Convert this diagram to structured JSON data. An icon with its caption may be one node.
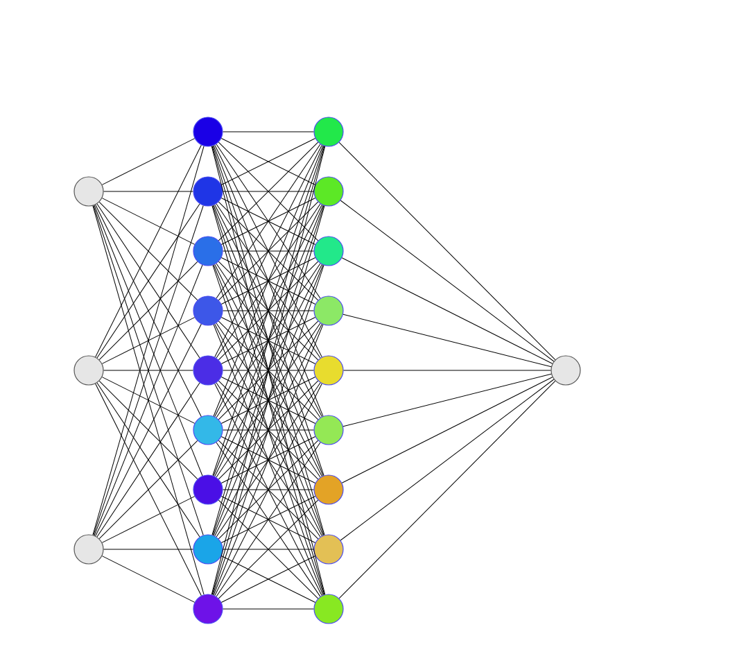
{
  "diagram": {
    "nodes": [
      {
        "text": [],
        "shape": "circle"
      },
      {
        "text": [],
        "shape": "circle"
      },
      {
        "text": [],
        "shape": "circle"
      },
      {
        "text": [],
        "shape": "circle"
      },
      {
        "text": [],
        "shape": "circle"
      },
      {
        "text": [],
        "shape": "circle"
      },
      {
        "text": [],
        "shape": "circle"
      },
      {
        "text": [],
        "shape": "circle"
      },
      {
        "text": [],
        "shape": "circle"
      },
      {
        "text": [],
        "shape": "circle"
      },
      {
        "text": [],
        "shape": "circle"
      },
      {
        "text": [],
        "shape": "circle"
      },
      {
        "text": [],
        "shape": "circle"
      },
      {
        "text": [],
        "shape": "circle"
      },
      {
        "text": [],
        "shape": "circle"
      },
      {
        "text": [],
        "shape": "circle"
      },
      {
        "text": [],
        "shape": "circle"
      },
      {
        "text": [],
        "shape": "circle"
      },
      {
        "text": [],
        "shape": "circle"
      },
      {
        "text": [],
        "shape": "circle"
      },
      {
        "text": [],
        "shape": "circle"
      },
      {
        "text": [],
        "shape": "circle"
      }
    ],
    "edges": [
      {
        "from": 0,
        "to": 3,
        "arrow": "none"
      },
      {
        "from": 0,
        "to": 4,
        "arrow": "none"
      },
      {
        "from": 0,
        "to": 5,
        "arrow": "none"
      },
      {
        "from": 0,
        "to": 6,
        "arrow": "none"
      },
      {
        "from": 0,
        "to": 7,
        "arrow": "none"
      },
      {
        "from": 0,
        "to": 8,
        "arrow": "none"
      },
      {
        "from": 0,
        "to": 9,
        "arrow": "none"
      },
      {
        "from": 0,
        "to": 10,
        "arrow": "none"
      },
      {
        "from": 0,
        "to": 11,
        "arrow": "none"
      },
      {
        "from": 1,
        "to": 3,
        "arrow": "none"
      },
      {
        "from": 1,
        "to": 4,
        "arrow": "none"
      },
      {
        "from": 1,
        "to": 5,
        "arrow": "none"
      },
      {
        "from": 1,
        "to": 6,
        "arrow": "none"
      },
      {
        "from": 1,
        "to": 7,
        "arrow": "none"
      },
      {
        "from": 1,
        "to": 8,
        "arrow": "none"
      },
      {
        "from": 1,
        "to": 9,
        "arrow": "none"
      },
      {
        "from": 1,
        "to": 10,
        "arrow": "none"
      },
      {
        "from": 1,
        "to": 11,
        "arrow": "none"
      },
      {
        "from": 2,
        "to": 3,
        "arrow": "none"
      },
      {
        "from": 2,
        "to": 4,
        "arrow": "none"
      },
      {
        "from": 2,
        "to": 5,
        "arrow": "none"
      },
      {
        "from": 2,
        "to": 6,
        "arrow": "none"
      },
      {
        "from": 2,
        "to": 7,
        "arrow": "none"
      },
      {
        "from": 2,
        "to": 8,
        "arrow": "none"
      },
      {
        "from": 2,
        "to": 9,
        "arrow": "none"
      },
      {
        "from": 2,
        "to": 10,
        "arrow": "none"
      },
      {
        "from": 2,
        "to": 11,
        "arrow": "none"
      },
      {
        "from": 3,
        "to": 12,
        "arrow": "none"
      },
      {
        "from": 3,
        "to": 13,
        "arrow": "none"
      },
      {
        "from": 3,
        "to": 14,
        "arrow": "none"
      },
      {
        "from": 3,
        "to": 15,
        "arrow": "none"
      },
      {
        "from": 3,
        "to": 16,
        "arrow": "none"
      },
      {
        "from": 3,
        "to": 17,
        "arrow": "none"
      },
      {
        "from": 3,
        "to": 18,
        "arrow": "none"
      },
      {
        "from": 3,
        "to": 19,
        "arrow": "none"
      },
      {
        "from": 3,
        "to": 20,
        "arrow": "none"
      },
      {
        "from": 4,
        "to": 12,
        "arrow": "none"
      },
      {
        "from": 4,
        "to": 13,
        "arrow": "none"
      },
      {
        "from": 4,
        "to": 14,
        "arrow": "none"
      },
      {
        "from": 4,
        "to": 15,
        "arrow": "none"
      },
      {
        "from": 4,
        "to": 16,
        "arrow": "none"
      },
      {
        "from": 4,
        "to": 17,
        "arrow": "none"
      },
      {
        "from": 4,
        "to": 18,
        "arrow": "none"
      },
      {
        "from": 4,
        "to": 19,
        "arrow": "none"
      },
      {
        "from": 4,
        "to": 20,
        "arrow": "none"
      },
      {
        "from": 5,
        "to": 12,
        "arrow": "none"
      },
      {
        "from": 5,
        "to": 13,
        "arrow": "none"
      },
      {
        "from": 5,
        "to": 14,
        "arrow": "none"
      },
      {
        "from": 5,
        "to": 15,
        "arrow": "none"
      },
      {
        "from": 5,
        "to": 16,
        "arrow": "none"
      },
      {
        "from": 5,
        "to": 17,
        "arrow": "none"
      },
      {
        "from": 5,
        "to": 18,
        "arrow": "none"
      },
      {
        "from": 5,
        "to": 19,
        "arrow": "none"
      },
      {
        "from": 5,
        "to": 20,
        "arrow": "none"
      },
      {
        "from": 6,
        "to": 12,
        "arrow": "none"
      },
      {
        "from": 6,
        "to": 13,
        "arrow": "none"
      },
      {
        "from": 6,
        "to": 14,
        "arrow": "none"
      },
      {
        "from": 6,
        "to": 15,
        "arrow": "none"
      },
      {
        "from": 6,
        "to": 16,
        "arrow": "none"
      },
      {
        "from": 6,
        "to": 17,
        "arrow": "none"
      },
      {
        "from": 6,
        "to": 18,
        "arrow": "none"
      },
      {
        "from": 6,
        "to": 19,
        "arrow": "none"
      },
      {
        "from": 6,
        "to": 20,
        "arrow": "none"
      },
      {
        "from": 7,
        "to": 12,
        "arrow": "none"
      },
      {
        "from": 7,
        "to": 13,
        "arrow": "none"
      },
      {
        "from": 7,
        "to": 14,
        "arrow": "none"
      },
      {
        "from": 7,
        "to": 15,
        "arrow": "none"
      },
      {
        "from": 7,
        "to": 16,
        "arrow": "none"
      },
      {
        "from": 7,
        "to": 17,
        "arrow": "none"
      },
      {
        "from": 7,
        "to": 18,
        "arrow": "none"
      },
      {
        "from": 7,
        "to": 19,
        "arrow": "none"
      },
      {
        "from": 7,
        "to": 20,
        "arrow": "none"
      },
      {
        "from": 8,
        "to": 12,
        "arrow": "none"
      },
      {
        "from": 8,
        "to": 13,
        "arrow": "none"
      },
      {
        "from": 8,
        "to": 14,
        "arrow": "none"
      },
      {
        "from": 8,
        "to": 15,
        "arrow": "none"
      },
      {
        "from": 8,
        "to": 16,
        "arrow": "none"
      },
      {
        "from": 8,
        "to": 17,
        "arrow": "none"
      },
      {
        "from": 8,
        "to": 18,
        "arrow": "none"
      },
      {
        "from": 8,
        "to": 19,
        "arrow": "none"
      },
      {
        "from": 8,
        "to": 20,
        "arrow": "none"
      },
      {
        "from": 9,
        "to": 12,
        "arrow": "none"
      },
      {
        "from": 9,
        "to": 13,
        "arrow": "none"
      },
      {
        "from": 9,
        "to": 14,
        "arrow": "none"
      },
      {
        "from": 9,
        "to": 15,
        "arrow": "none"
      },
      {
        "from": 9,
        "to": 16,
        "arrow": "none"
      },
      {
        "from": 9,
        "to": 17,
        "arrow": "none"
      },
      {
        "from": 9,
        "to": 18,
        "arrow": "none"
      },
      {
        "from": 9,
        "to": 19,
        "arrow": "none"
      },
      {
        "from": 9,
        "to": 20,
        "arrow": "none"
      },
      {
        "from": 10,
        "to": 12,
        "arrow": "none"
      },
      {
        "from": 10,
        "to": 13,
        "arrow": "none"
      },
      {
        "from": 10,
        "to": 14,
        "arrow": "none"
      },
      {
        "from": 10,
        "to": 15,
        "arrow": "none"
      },
      {
        "from": 10,
        "to": 16,
        "arrow": "none"
      },
      {
        "from": 10,
        "to": 17,
        "arrow": "none"
      },
      {
        "from": 10,
        "to": 18,
        "arrow": "none"
      },
      {
        "from": 10,
        "to": 19,
        "arrow": "none"
      },
      {
        "from": 10,
        "to": 20,
        "arrow": "none"
      },
      {
        "from": 11,
        "to": 12,
        "arrow": "none"
      },
      {
        "from": 11,
        "to": 13,
        "arrow": "none"
      },
      {
        "from": 11,
        "to": 14,
        "arrow": "none"
      },
      {
        "from": 11,
        "to": 15,
        "arrow": "none"
      },
      {
        "from": 11,
        "to": 16,
        "arrow": "none"
      },
      {
        "from": 11,
        "to": 17,
        "arrow": "none"
      },
      {
        "from": 11,
        "to": 18,
        "arrow": "none"
      },
      {
        "from": 11,
        "to": 19,
        "arrow": "none"
      },
      {
        "from": 11,
        "to": 20,
        "arrow": "none"
      },
      {
        "from": 12,
        "to": 21,
        "arrow": "none"
      },
      {
        "from": 13,
        "to": 21,
        "arrow": "none"
      },
      {
        "from": 14,
        "to": 21,
        "arrow": "none"
      },
      {
        "from": 15,
        "to": 21,
        "arrow": "none"
      },
      {
        "from": 16,
        "to": 21,
        "arrow": "none"
      },
      {
        "from": 17,
        "to": 21,
        "arrow": "none"
      },
      {
        "from": 18,
        "to": 21,
        "arrow": "none"
      },
      {
        "from": 19,
        "to": 21,
        "arrow": "none"
      },
      {
        "from": 20,
        "to": 21,
        "arrow": "none"
      }
    ]
  }
}
